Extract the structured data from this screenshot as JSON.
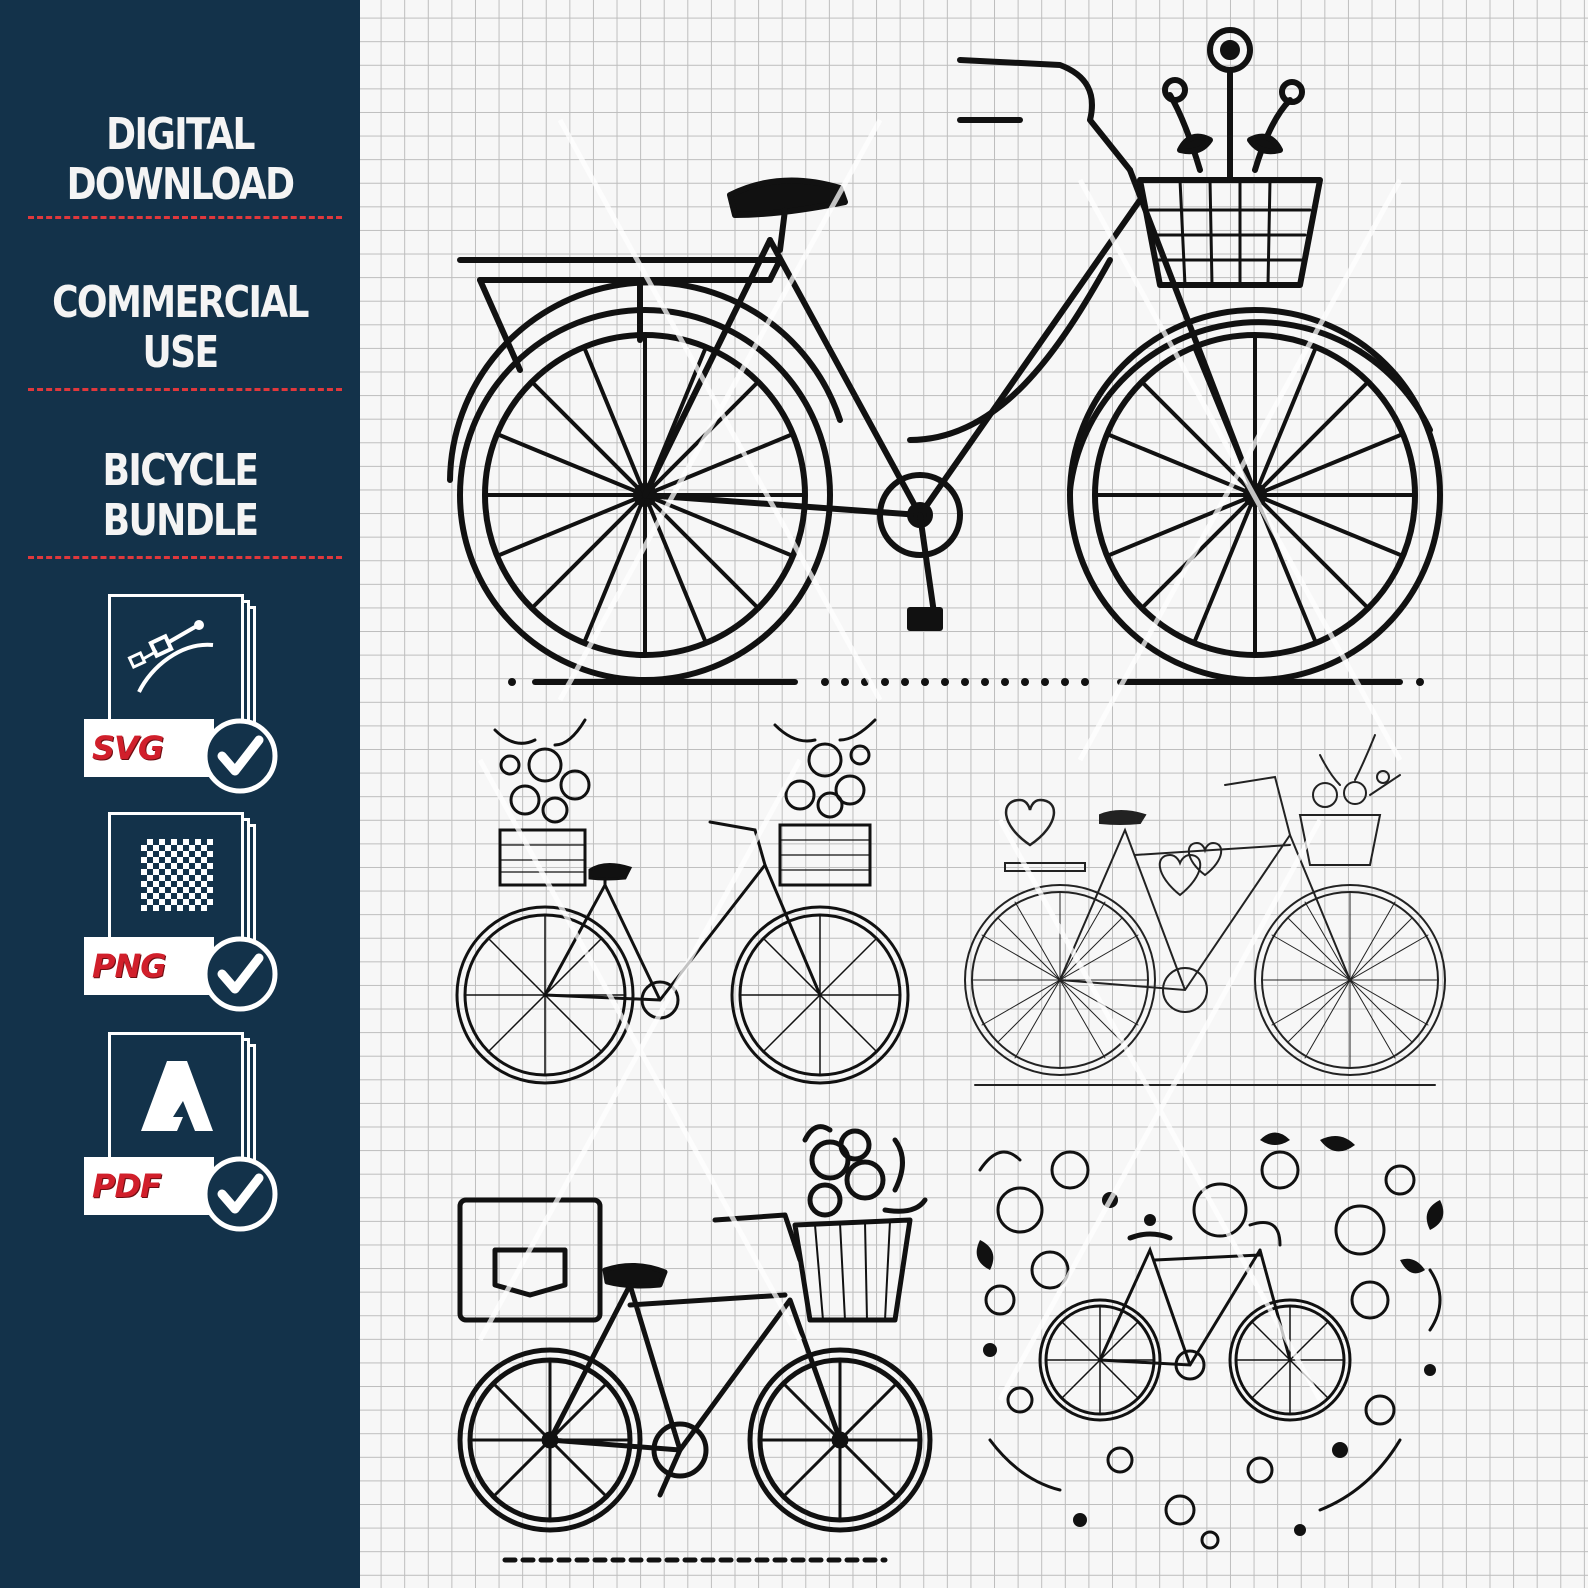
{
  "sidebar": {
    "headings": [
      {
        "line1": "DIGITAL",
        "line2": "DOWNLOAD"
      },
      {
        "line1": "COMMERCIAL",
        "line2": "USE"
      },
      {
        "line1": "BICYCLE",
        "line2": "BUNDLE"
      }
    ],
    "formats": [
      {
        "label": "SVG",
        "icon": "vector-pen-icon",
        "check": "check-circle-icon"
      },
      {
        "label": "PNG",
        "icon": "transparency-checker-icon",
        "check": "check-circle-icon"
      },
      {
        "label": "PDF",
        "icon": "adobe-acrobat-icon",
        "check": "check-circle-icon"
      }
    ]
  },
  "colors": {
    "sidebar_bg": "#13324a",
    "divider": "#e0383c",
    "format_label": "#d11f2b",
    "grid_line": "#bdbdbd",
    "artwork": "#111111"
  },
  "artwork": [
    {
      "name": "bicycle-with-front-basket-and-rear-rack"
    },
    {
      "name": "bicycle-with-two-flower-baskets"
    },
    {
      "name": "bicycle-with-hearts-and-flower-basket"
    },
    {
      "name": "bicycle-with-bag-and-flower-basket"
    },
    {
      "name": "floral-heart-with-bicycle"
    }
  ]
}
